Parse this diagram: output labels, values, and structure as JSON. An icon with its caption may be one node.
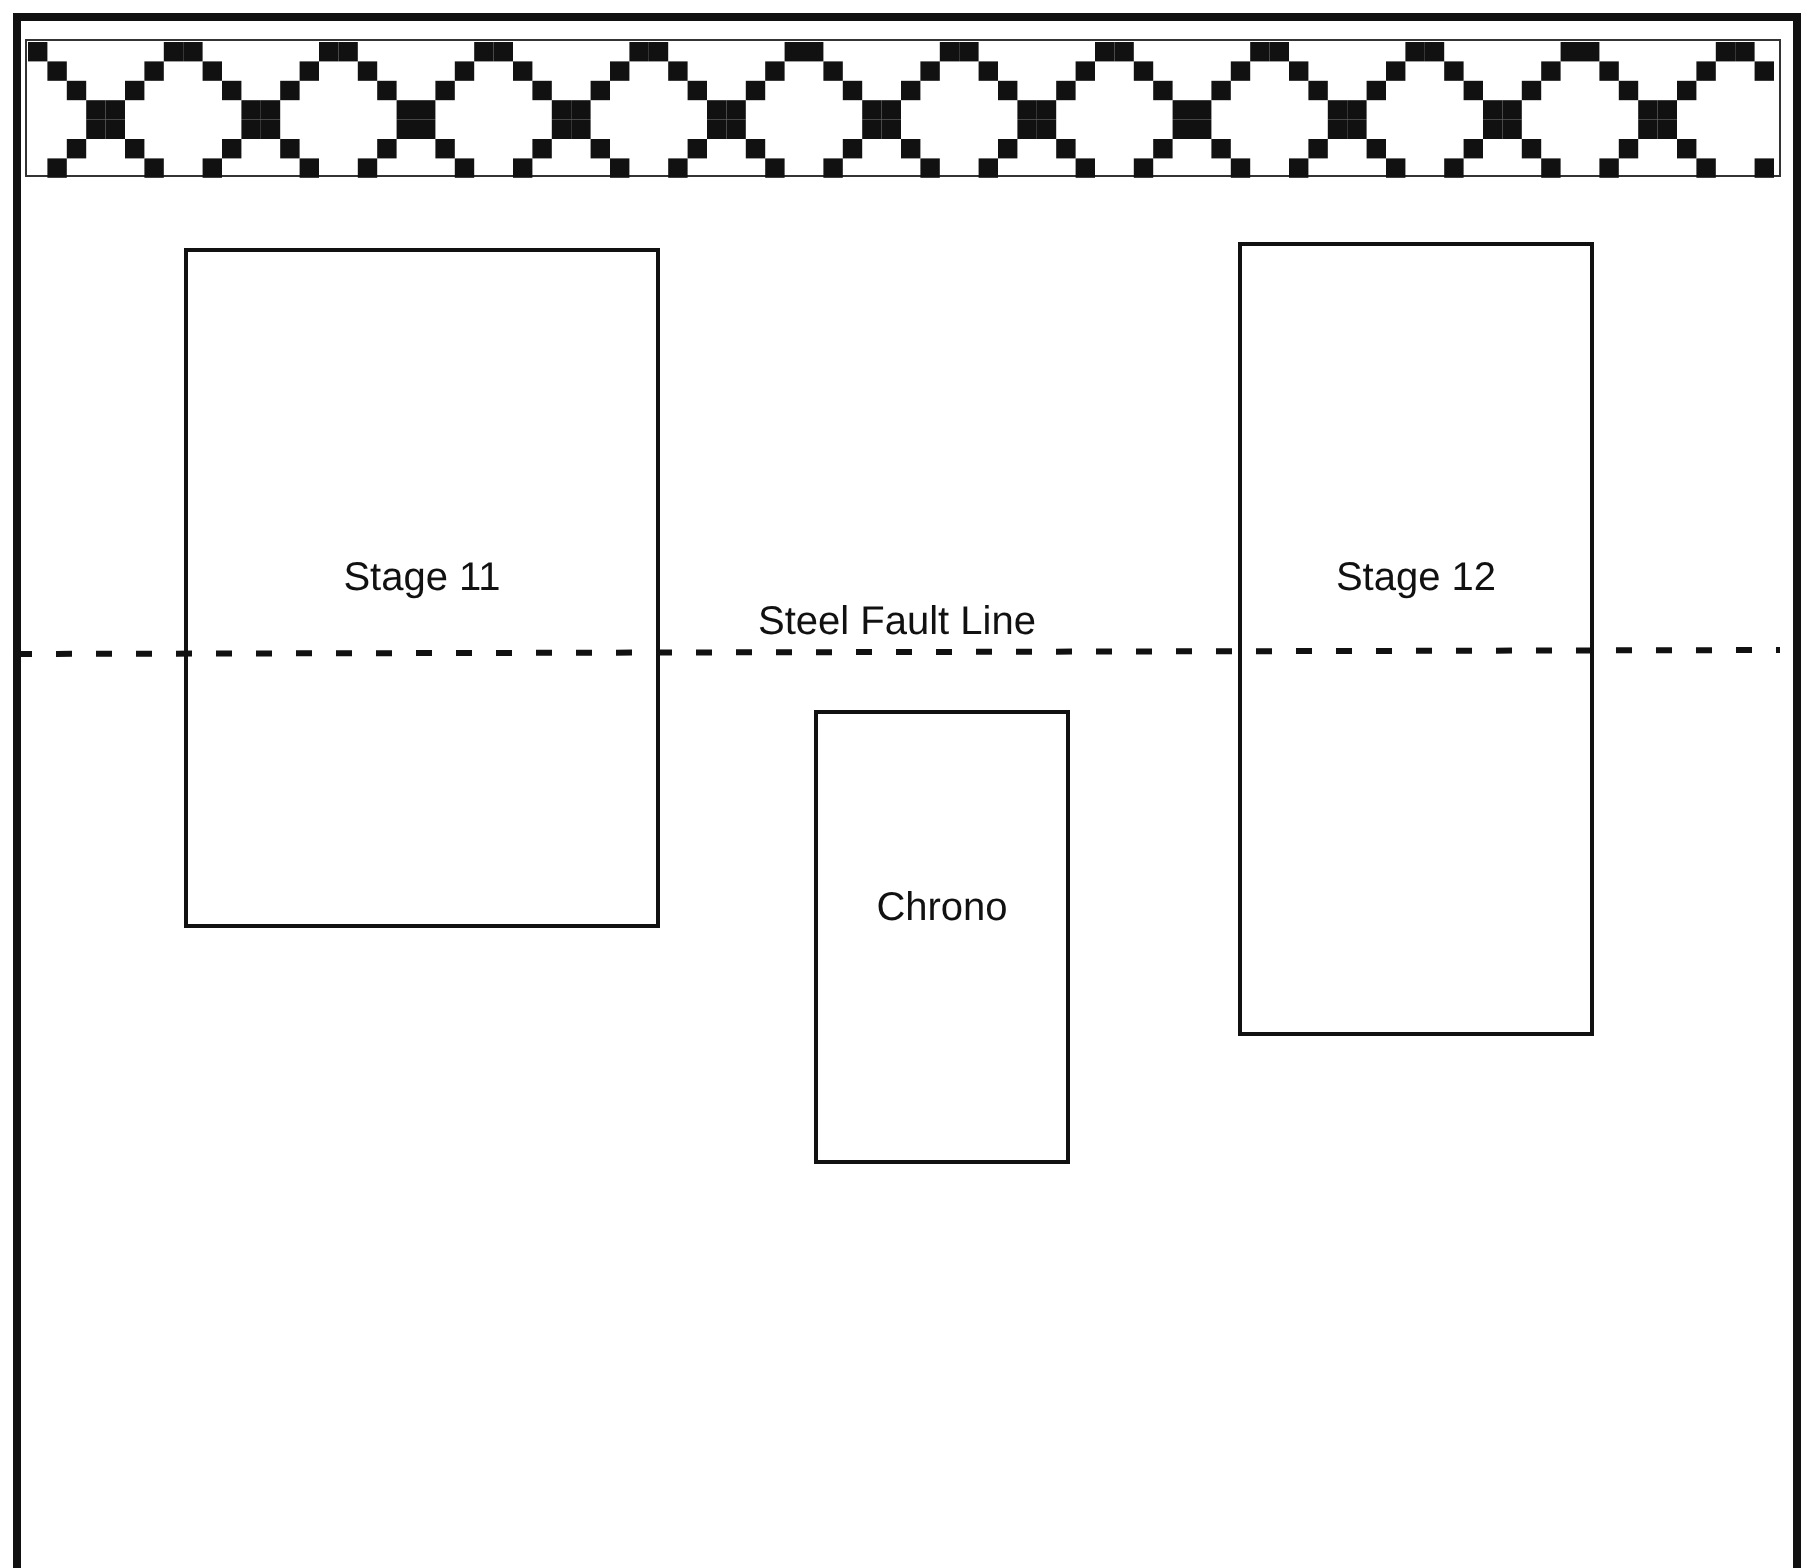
{
  "diagram": {
    "nodes": [
      {
        "text": [
          "Stage 11"
        ]
      },
      {
        "text": [
          "Stage 12"
        ]
      },
      {
        "text": [
          "Chrono"
        ]
      }
    ],
    "labels": [
      "Steel Fault Line"
    ]
  }
}
